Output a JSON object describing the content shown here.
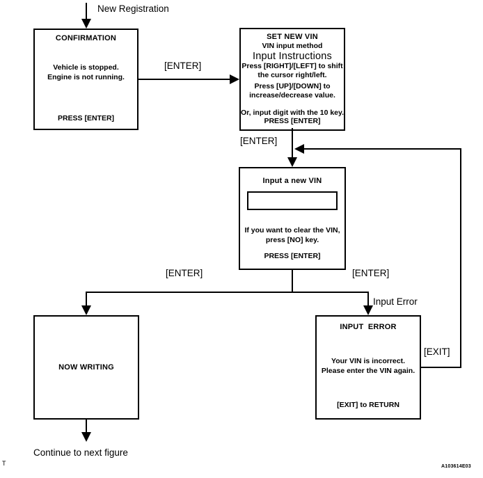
{
  "diagram": {
    "start_label": "New Registration",
    "boxes": {
      "confirmation": {
        "title": "CONFIRMATION",
        "body_line1": "Vehicle is stopped.",
        "body_line2": "Engine is not running.",
        "footer": "PRESS [ENTER]"
      },
      "set_new_vin": {
        "title": "SET NEW VIN",
        "subtitle": "VIN input method",
        "heading": "Input Instructions",
        "line1": "Press [RIGHT]/[LEFT] to shift",
        "line2": "the cursor right/left.",
        "line3": "Press [UP]/[DOWN]  to",
        "line4": "increase/decrease value.",
        "line5": "Or, input digit with the 10 key.",
        "footer": "PRESS [ENTER]"
      },
      "input_vin": {
        "title": "Input a new VIN",
        "vin_field_value": "",
        "line1": "If you want to clear the VIN,",
        "line2": "press [NO] key.",
        "footer": "PRESS [ENTER]"
      },
      "now_writing": {
        "title": "NOW WRITING"
      },
      "input_error": {
        "title": "INPUT  ERROR",
        "line1": "Your VIN is incorrect.",
        "line2": "Please enter the VIN again.",
        "footer": "[EXIT] to RETURN"
      }
    },
    "labels": {
      "enter_top": "[ENTER]",
      "enter_mid": "[ENTER]",
      "enter_branch_left": "[ENTER]",
      "enter_branch_right": "[ENTER]",
      "input_error": "Input Error",
      "exit": "[EXIT]",
      "continue": "Continue to next figure",
      "corner_mark": "T",
      "figure_code": "A103614E03"
    },
    "colors": {
      "line": "#000000",
      "background": "#ffffff"
    }
  }
}
